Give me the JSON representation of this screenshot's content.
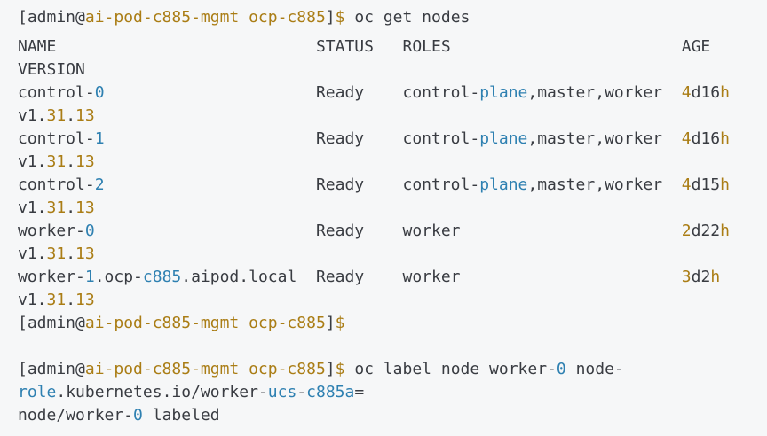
{
  "terminal": {
    "colors": {
      "background": "#f6f7f8",
      "default_text": "#393c42",
      "gold": "#aa7d15",
      "blue": "#2e80b1"
    },
    "prompt": "[admin@ai-pod-c885-mgmt ocp-c885]$",
    "commands": {
      "first": "oc get nodes",
      "second": "oc label node worker-0 node-role.kubernetes.io/worker-ucs-c885a=",
      "second_result": "node/worker-0 labeled"
    },
    "lines": [
      {
        "name": "prompt-oc-get-nodes",
        "gap_after": true,
        "segments": [
          {
            "t": "[admin@",
            "c": "text"
          },
          {
            "t": "ai-pod-c885-mgmt ocp-c885",
            "c": "gold"
          },
          {
            "t": "]",
            "c": "text"
          },
          {
            "t": "$",
            "c": "gold"
          },
          {
            "t": " oc get nodes",
            "c": "text"
          }
        ]
      },
      {
        "name": "table-header-row",
        "gap_after": false,
        "segments": [
          {
            "t": "NAME                           STATUS   ROLES                        AGE",
            "c": "text"
          }
        ]
      },
      {
        "name": "table-header-version-wrap",
        "gap_after": false,
        "segments": [
          {
            "t": "VERSION",
            "c": "text"
          }
        ]
      },
      {
        "name": "node-row-control-0",
        "gap_after": false,
        "segments": [
          {
            "t": "control-",
            "c": "text"
          },
          {
            "t": "0",
            "c": "blue"
          },
          {
            "t": "                      Ready    control-",
            "c": "text"
          },
          {
            "t": "plane",
            "c": "blue"
          },
          {
            "t": ",master,worker  ",
            "c": "text"
          },
          {
            "t": "4",
            "c": "gold"
          },
          {
            "t": "d16",
            "c": "text"
          },
          {
            "t": "h",
            "c": "gold"
          }
        ]
      },
      {
        "name": "node-row-control-0-version",
        "gap_after": false,
        "segments": [
          {
            "t": "v1.",
            "c": "text"
          },
          {
            "t": "31",
            "c": "gold"
          },
          {
            "t": ".",
            "c": "text"
          },
          {
            "t": "13",
            "c": "gold"
          }
        ]
      },
      {
        "name": "node-row-control-1",
        "gap_after": false,
        "segments": [
          {
            "t": "control-",
            "c": "text"
          },
          {
            "t": "1",
            "c": "blue"
          },
          {
            "t": "                      Ready    control-",
            "c": "text"
          },
          {
            "t": "plane",
            "c": "blue"
          },
          {
            "t": ",master,worker  ",
            "c": "text"
          },
          {
            "t": "4",
            "c": "gold"
          },
          {
            "t": "d16",
            "c": "text"
          },
          {
            "t": "h",
            "c": "gold"
          }
        ]
      },
      {
        "name": "node-row-control-1-version",
        "gap_after": false,
        "segments": [
          {
            "t": "v1.",
            "c": "text"
          },
          {
            "t": "31",
            "c": "gold"
          },
          {
            "t": ".",
            "c": "text"
          },
          {
            "t": "13",
            "c": "gold"
          }
        ]
      },
      {
        "name": "node-row-control-2",
        "gap_after": false,
        "segments": [
          {
            "t": "control-",
            "c": "text"
          },
          {
            "t": "2",
            "c": "blue"
          },
          {
            "t": "                      Ready    control-",
            "c": "text"
          },
          {
            "t": "plane",
            "c": "blue"
          },
          {
            "t": ",master,worker  ",
            "c": "text"
          },
          {
            "t": "4",
            "c": "gold"
          },
          {
            "t": "d15",
            "c": "text"
          },
          {
            "t": "h",
            "c": "gold"
          }
        ]
      },
      {
        "name": "node-row-control-2-version",
        "gap_after": false,
        "segments": [
          {
            "t": "v1.",
            "c": "text"
          },
          {
            "t": "31",
            "c": "gold"
          },
          {
            "t": ".",
            "c": "text"
          },
          {
            "t": "13",
            "c": "gold"
          }
        ]
      },
      {
        "name": "node-row-worker-0",
        "gap_after": false,
        "segments": [
          {
            "t": "worker-",
            "c": "text"
          },
          {
            "t": "0",
            "c": "blue"
          },
          {
            "t": "                       Ready    worker                       ",
            "c": "text"
          },
          {
            "t": "2",
            "c": "gold"
          },
          {
            "t": "d22",
            "c": "text"
          },
          {
            "t": "h",
            "c": "gold"
          }
        ]
      },
      {
        "name": "node-row-worker-0-version",
        "gap_after": false,
        "segments": [
          {
            "t": "v1.",
            "c": "text"
          },
          {
            "t": "31",
            "c": "gold"
          },
          {
            "t": ".",
            "c": "text"
          },
          {
            "t": "13",
            "c": "gold"
          }
        ]
      },
      {
        "name": "node-row-worker-1",
        "gap_after": false,
        "segments": [
          {
            "t": "worker-",
            "c": "text"
          },
          {
            "t": "1",
            "c": "blue"
          },
          {
            "t": ".ocp-",
            "c": "text"
          },
          {
            "t": "c885",
            "c": "blue"
          },
          {
            "t": ".aipod.local  Ready    worker                       ",
            "c": "text"
          },
          {
            "t": "3",
            "c": "gold"
          },
          {
            "t": "d2",
            "c": "text"
          },
          {
            "t": "h",
            "c": "gold"
          }
        ]
      },
      {
        "name": "node-row-worker-1-version",
        "gap_after": false,
        "segments": [
          {
            "t": "v1.",
            "c": "text"
          },
          {
            "t": "31",
            "c": "gold"
          },
          {
            "t": ".",
            "c": "text"
          },
          {
            "t": "13",
            "c": "gold"
          }
        ]
      },
      {
        "name": "prompt-idle",
        "gap_after": false,
        "segments": [
          {
            "t": "[admin@",
            "c": "text"
          },
          {
            "t": "ai-pod-c885-mgmt ocp-c885",
            "c": "gold"
          },
          {
            "t": "]",
            "c": "text"
          },
          {
            "t": "$",
            "c": "gold"
          }
        ]
      },
      {
        "name": "blank-line",
        "gap_after": false,
        "segments": []
      },
      {
        "name": "prompt-oc-label-node",
        "gap_after": false,
        "segments": [
          {
            "t": "[admin@",
            "c": "text"
          },
          {
            "t": "ai-pod-c885-mgmt ocp-c885",
            "c": "gold"
          },
          {
            "t": "]",
            "c": "text"
          },
          {
            "t": "$",
            "c": "gold"
          },
          {
            "t": " oc label node worker-",
            "c": "text"
          },
          {
            "t": "0",
            "c": "blue"
          },
          {
            "t": " node-",
            "c": "text"
          }
        ]
      },
      {
        "name": "label-command-wrap",
        "gap_after": false,
        "segments": [
          {
            "t": "role",
            "c": "blue"
          },
          {
            "t": ".kubernetes.io/worker-",
            "c": "text"
          },
          {
            "t": "ucs",
            "c": "blue"
          },
          {
            "t": "-",
            "c": "text"
          },
          {
            "t": "c885a",
            "c": "blue"
          },
          {
            "t": "=",
            "c": "text"
          }
        ]
      },
      {
        "name": "label-result",
        "gap_after": false,
        "segments": [
          {
            "t": "node/worker-",
            "c": "text"
          },
          {
            "t": "0",
            "c": "blue"
          },
          {
            "t": " labeled",
            "c": "text"
          }
        ]
      }
    ]
  }
}
